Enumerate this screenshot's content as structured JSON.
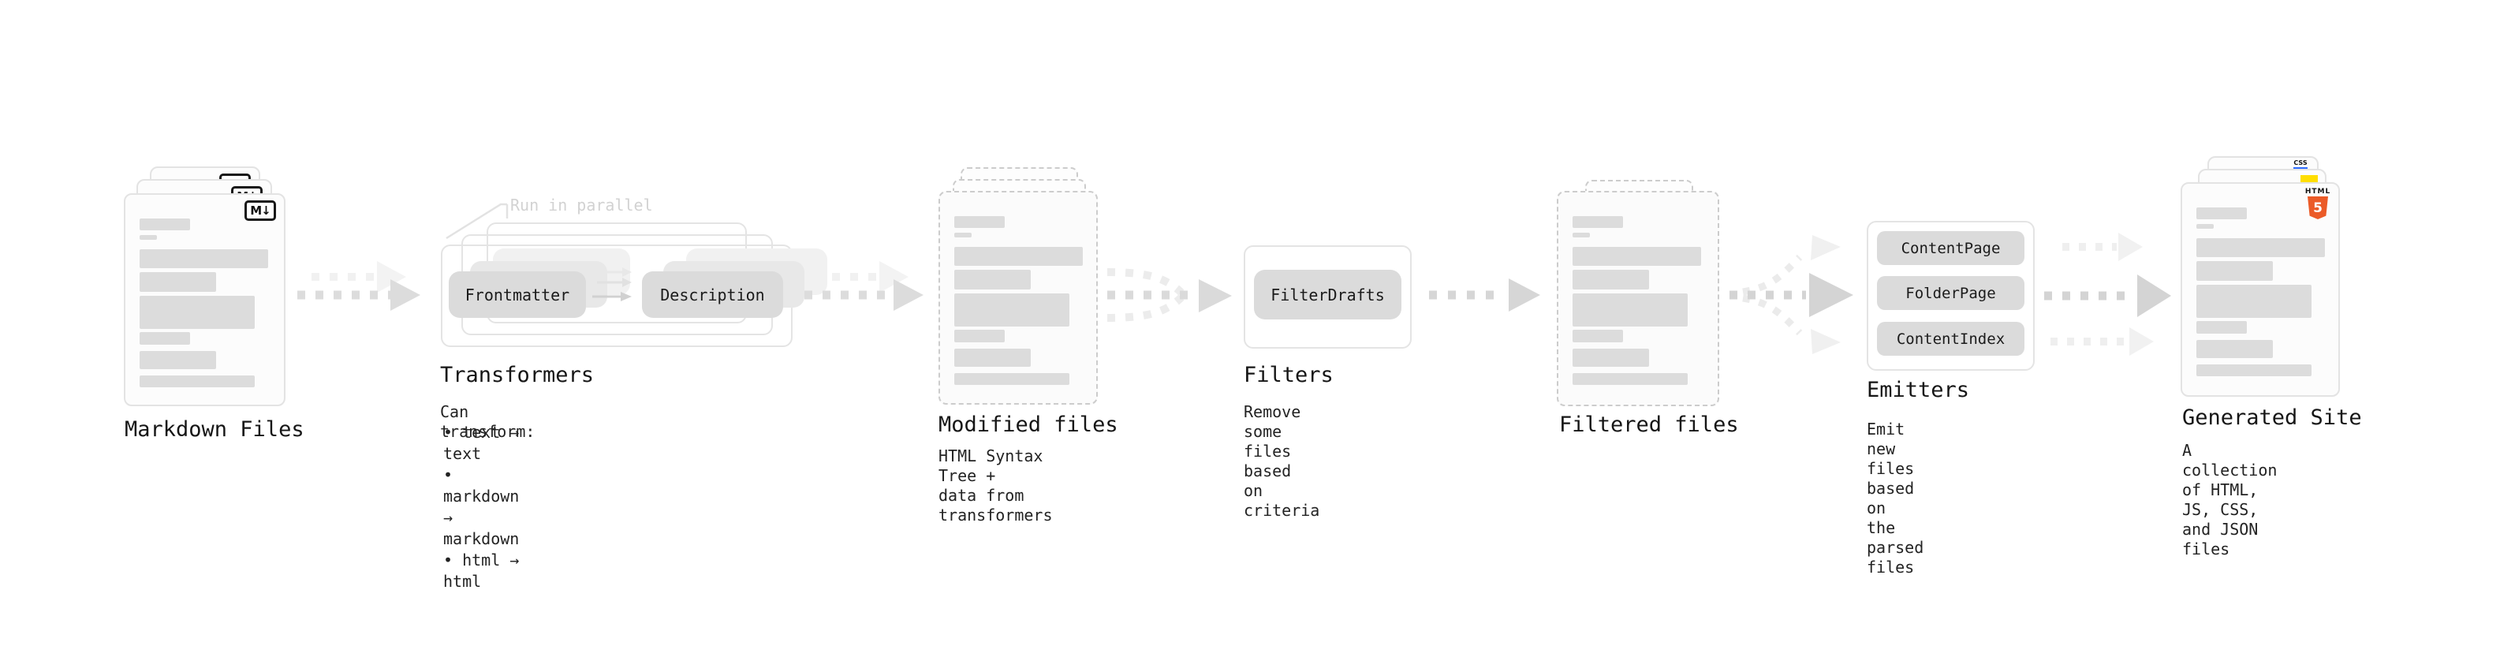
{
  "nodes": {
    "markdown_files": {
      "label": "Markdown Files"
    },
    "transformers": {
      "label": "Transformers",
      "annotation": "Run in parallel",
      "pill_left": "Frontmatter",
      "pill_right": "Description",
      "caption_intro": "Can transform:",
      "bullets": [
        "text → text",
        "markdown → markdown",
        "html → html"
      ]
    },
    "modified_files": {
      "label": "Modified files",
      "caption": "HTML Syntax Tree +\ndata from transformers"
    },
    "filters": {
      "label": "Filters",
      "pill": "FilterDrafts",
      "caption": "Remove some files based\non criteria"
    },
    "filtered_files": {
      "label": "Filtered files"
    },
    "emitters": {
      "label": "Emitters",
      "pills": [
        "ContentPage",
        "FolderPage",
        "ContentIndex"
      ],
      "caption": "Emit new files based on\nthe parsed files"
    },
    "generated_site": {
      "label": "Generated Site",
      "caption": "A collection of HTML,\nJS, CSS, and JSON files"
    }
  },
  "icons": {
    "markdown_glyph": "M↓",
    "html5_wordmark": "HTML",
    "html5_numeral": "5",
    "css_wordmark": "CSS"
  },
  "colors": {
    "html5_orange": "#EB5B28",
    "js_yellow": "#FFDE00",
    "css_blue": "#2D6BFF",
    "pill_gray": "#DBDBDB",
    "arrow_gray": "#DCDCDC",
    "border_gray": "#E3E3E3"
  }
}
